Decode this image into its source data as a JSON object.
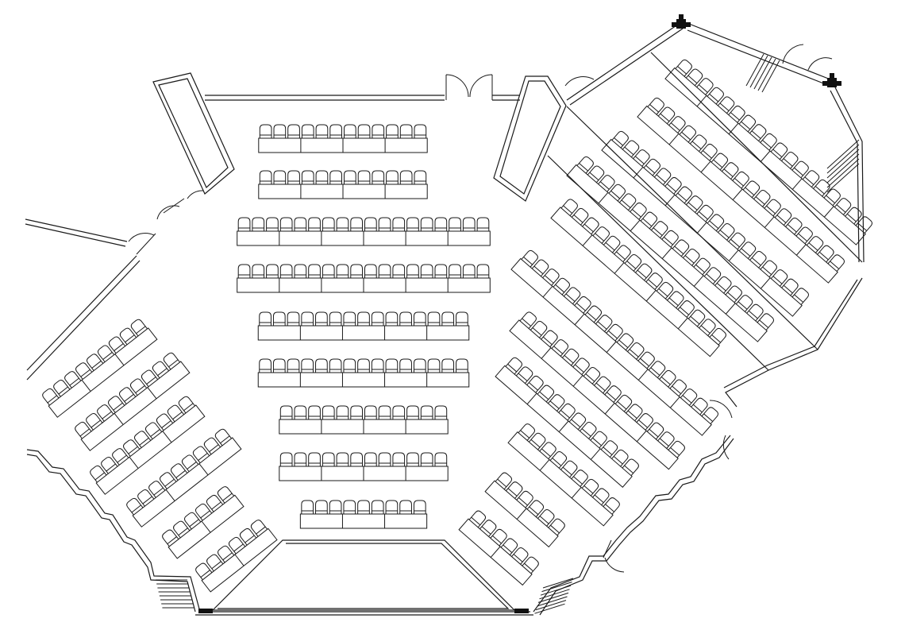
{
  "diagram": {
    "kind": "auditorium seating floor plan",
    "colors": {
      "background": "#ffffff",
      "line": "#1a1a1a",
      "fixture": "#111111"
    },
    "sections": {
      "center": {
        "rows": [
          {
            "seats": 12,
            "desks": 4
          },
          {
            "seats": 12,
            "desks": 4
          },
          {
            "seats": 18,
            "desks": 6
          },
          {
            "seats": 18,
            "desks": 6
          },
          {
            "seats": 15,
            "desks": 5
          },
          {
            "seats": 15,
            "desks": 5
          },
          {
            "seats": 12,
            "desks": 4
          },
          {
            "seats": 12,
            "desks": 4
          },
          {
            "seats": 9,
            "desks": 3
          }
        ]
      },
      "left_wing": {
        "rows": [
          {
            "seats": 9,
            "desks": 3
          },
          {
            "seats": 9,
            "desks": 3
          },
          {
            "seats": 9,
            "desks": 3
          },
          {
            "seats": 9,
            "desks": 3
          },
          {
            "seats": 6,
            "desks": 2
          },
          {
            "seats": 6,
            "desks": 2
          }
        ]
      },
      "right_wing": {
        "rows": [
          {
            "seats": 18,
            "desks": 6
          },
          {
            "seats": 15,
            "desks": 5
          },
          {
            "seats": 12,
            "desks": 4
          },
          {
            "seats": 9,
            "desks": 3
          },
          {
            "seats": 6,
            "desks": 2
          },
          {
            "seats": 6,
            "desks": 2
          }
        ]
      },
      "upper_right": {
        "rows": [
          {
            "seats": 18,
            "desks": 6
          },
          {
            "seats": 18,
            "desks": 6
          },
          {
            "seats": 18,
            "desks": 6
          },
          {
            "seats": 18,
            "desks": 6
          },
          {
            "seats": 15,
            "desks": 5
          }
        ]
      }
    },
    "doors": [
      "top-center-double",
      "upper-left-double",
      "left-single",
      "right-upper",
      "right-lower",
      "upper-right-double"
    ],
    "stairs": [
      "bottom-left",
      "bottom-right",
      "upper-right"
    ]
  }
}
